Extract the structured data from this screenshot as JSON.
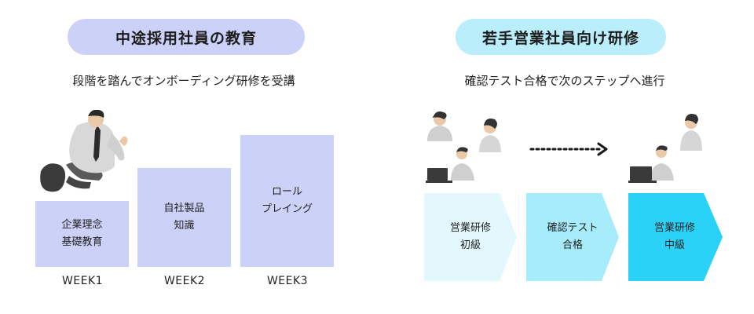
{
  "left": {
    "title": "中途採用社員の教育",
    "subtitle": "段階を踏んでオンボーディング研修を受講",
    "steps": [
      {
        "line1": "企業理念",
        "line2": "基礎教育",
        "week": "WEEK1"
      },
      {
        "line1": "自社製品",
        "line2": "知識",
        "week": "WEEK2"
      },
      {
        "line1": "ロール",
        "line2": "プレイング",
        "week": "WEEK3"
      }
    ]
  },
  "right": {
    "title": "若手営業社員向け研修",
    "subtitle": "確認テスト合格で次のステップへ進行",
    "stages": [
      {
        "line1": "営業研修",
        "line2": "初級",
        "color": "#e3f8fd"
      },
      {
        "line1": "確認テスト",
        "line2": "合格",
        "color": "#a6ecfb"
      },
      {
        "line1": "営業研修",
        "line2": "中級",
        "color": "#2bd2f7"
      }
    ]
  },
  "icons": [
    "businessman-climbing-icon",
    "team-at-laptop-icon",
    "dotted-arrow-icon",
    "consultant-pair-icon"
  ],
  "colors": {
    "left_accent": "#ccd1f7",
    "right_accent": "#b9eefa"
  }
}
